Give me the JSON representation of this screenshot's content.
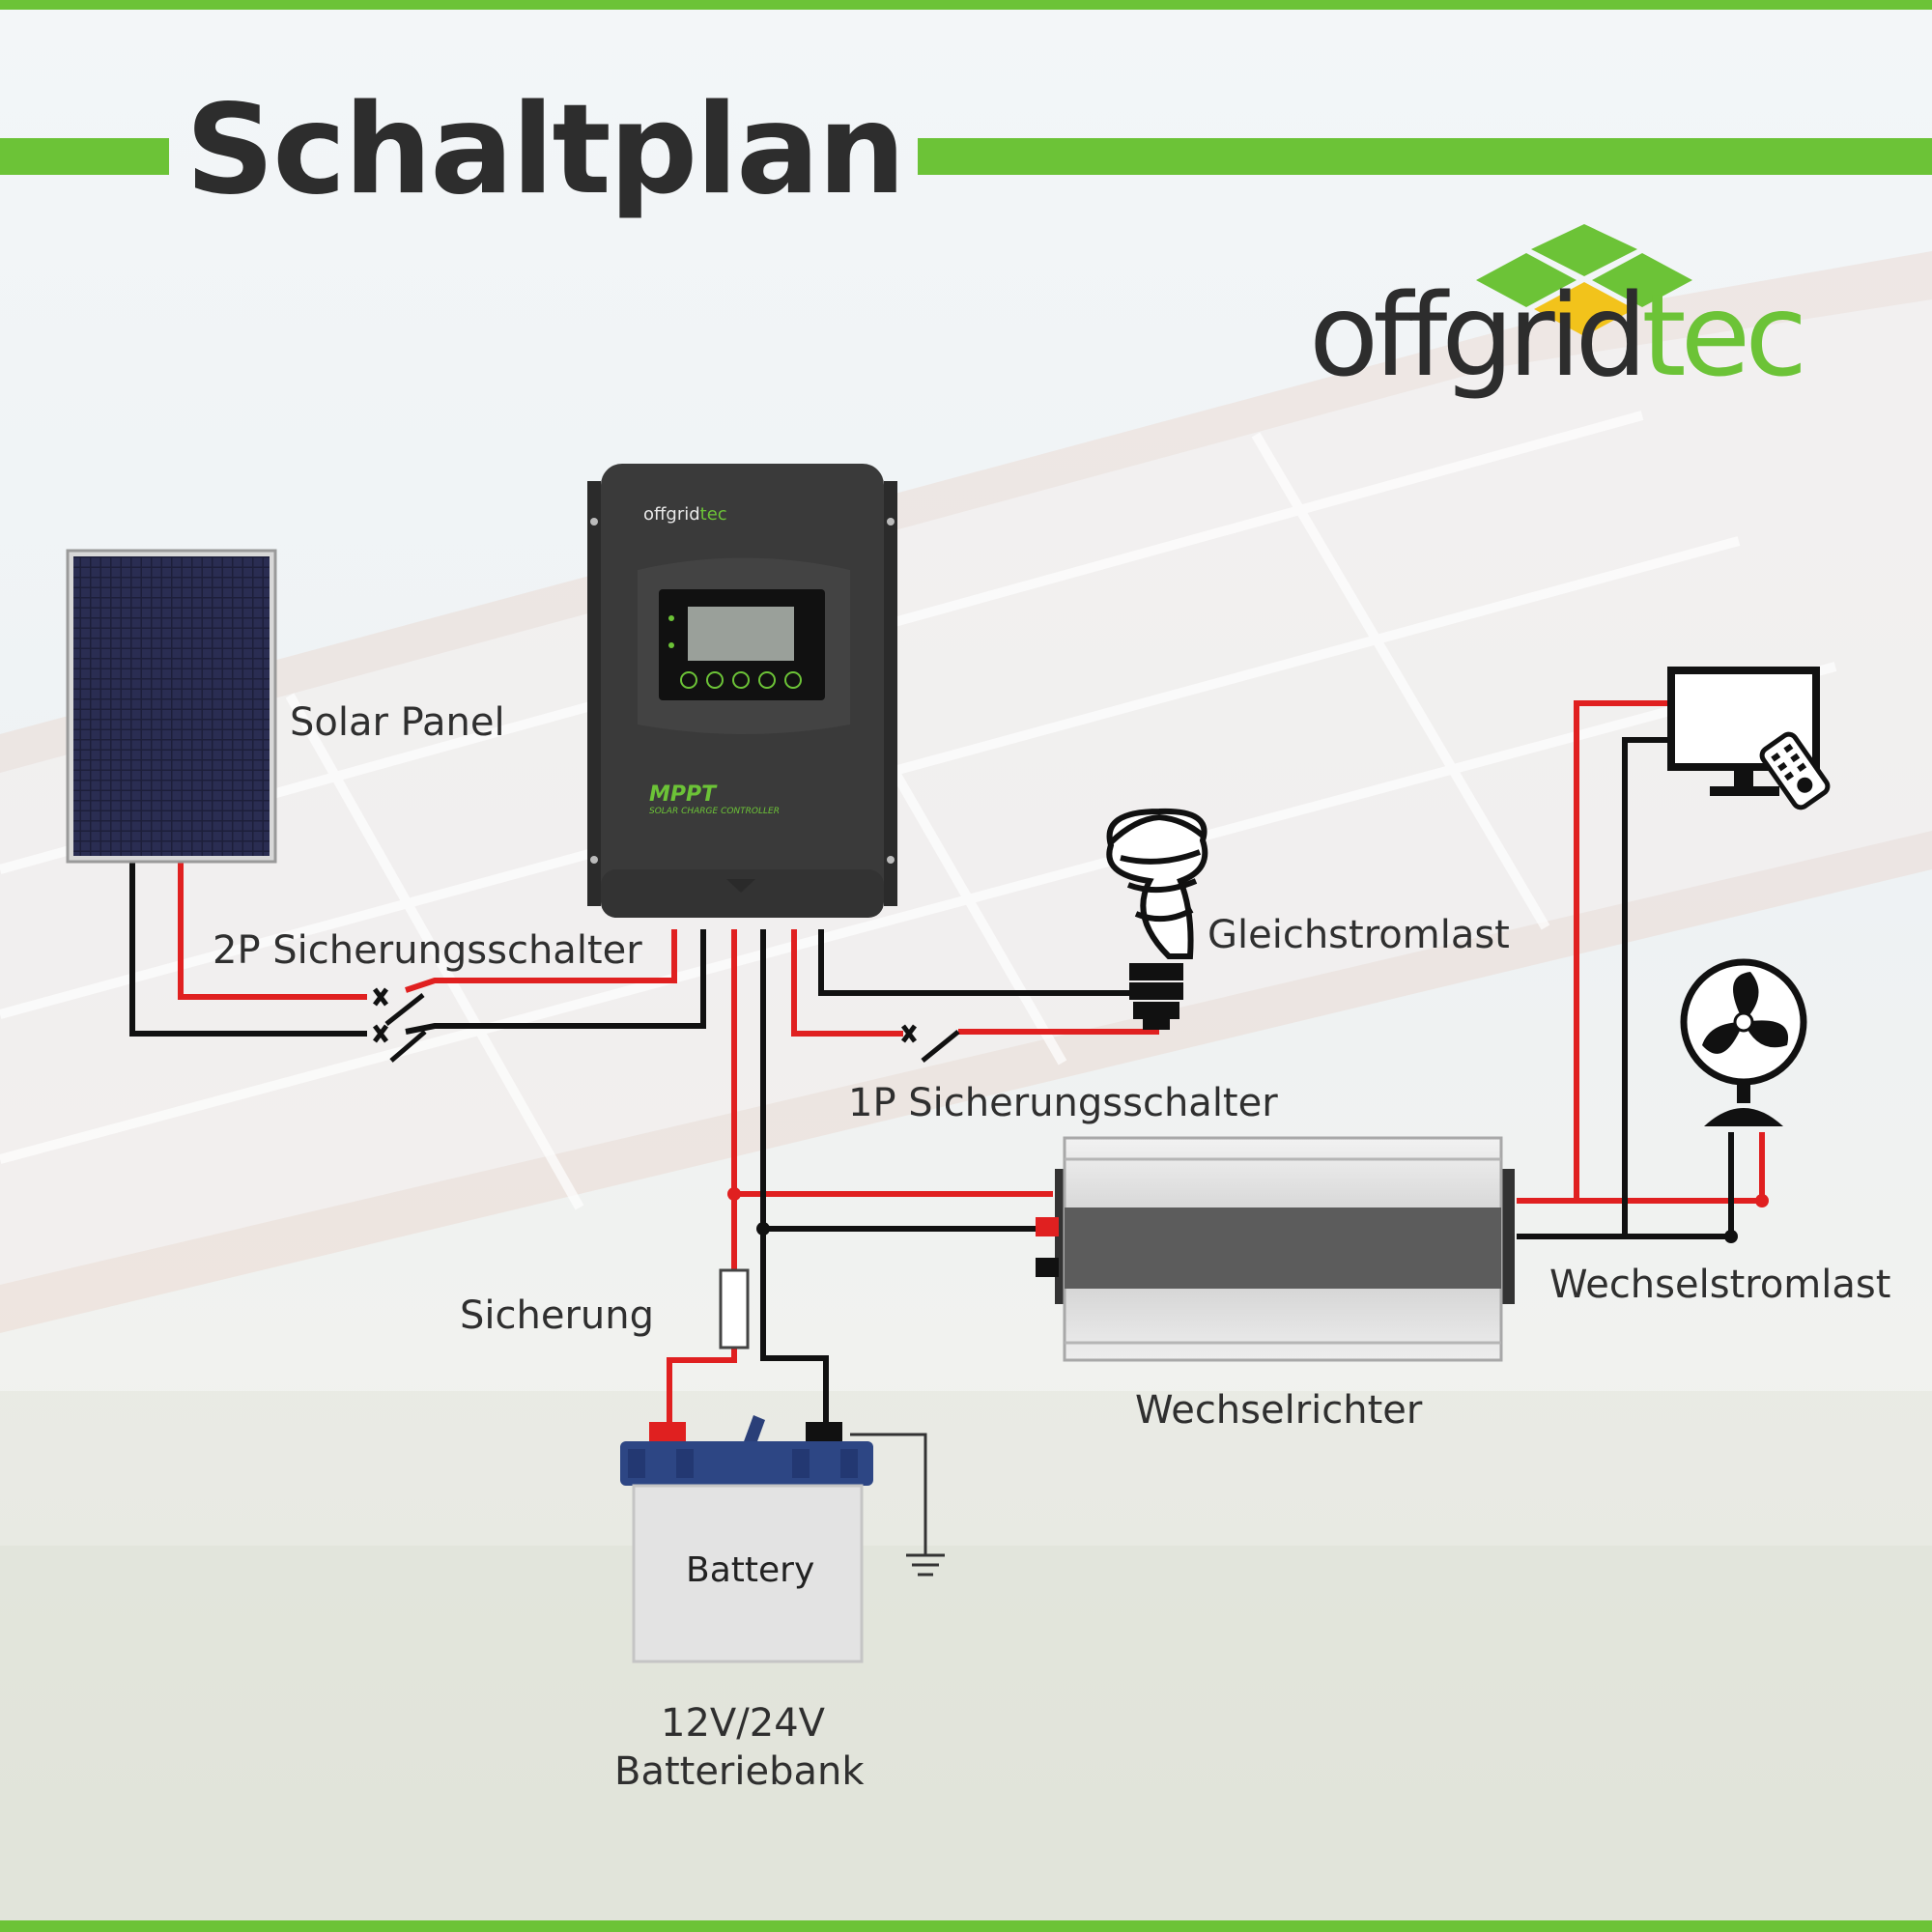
{
  "title": "Schaltplan",
  "brand": {
    "part1": "offgrid",
    "part2": "tec",
    "accent": "#6cc337",
    "dark": "#2d2d2d"
  },
  "controller": {
    "brand_part1": "offgrid",
    "brand_part2": "tec",
    "model": "MPPT",
    "subtitle": "SOLAR CHARGE CONTROLLER"
  },
  "battery_text": "Battery",
  "labels": {
    "solar_panel": "Solar Panel",
    "breaker_2p": "2P Sicherungsschalter",
    "dc_load": "Gleichstromlast",
    "breaker_1p": "1P Sicherungsschalter",
    "fuse": "Sicherung",
    "ac_load": "Wechselstromlast",
    "inverter": "Wechselrichter",
    "battery_bank_1": "12V/24V",
    "battery_bank_2": "Batteriebank"
  },
  "colors": {
    "positive": "#e02020",
    "negative": "#111111",
    "frame_green": "#6cc337"
  },
  "icons": [
    "solar-panel-icon",
    "charge-controller-icon",
    "bulb-icon",
    "monitor-icon",
    "remote-icon",
    "fan-icon",
    "inverter-icon",
    "battery-icon",
    "ground-icon"
  ]
}
